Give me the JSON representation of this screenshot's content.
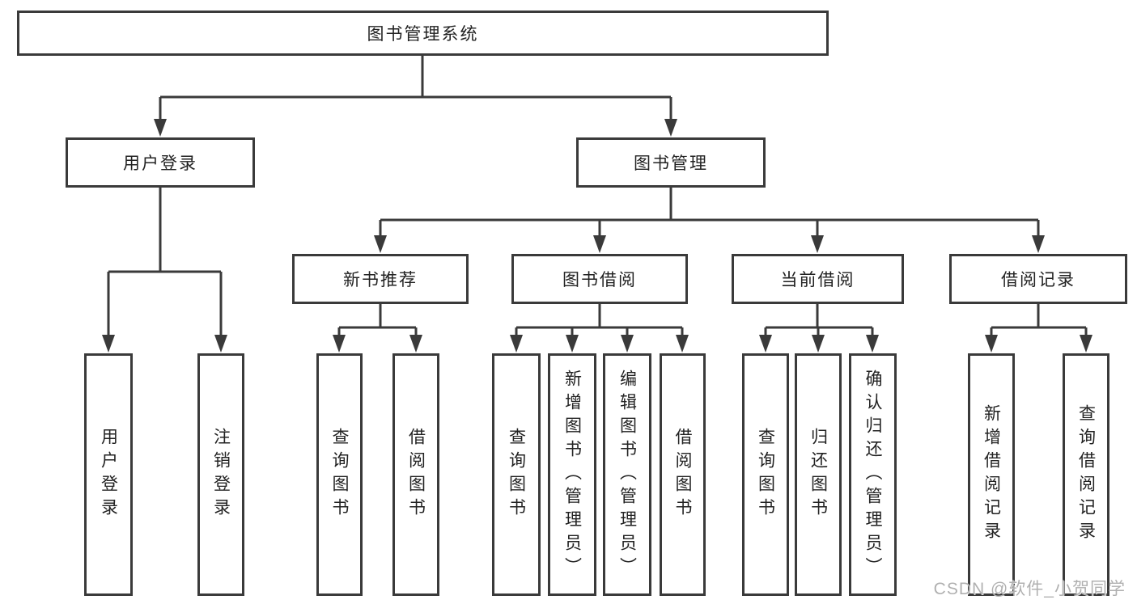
{
  "tree": {
    "root": {
      "label": "图书管理系统",
      "children": [
        {
          "label": "用户登录",
          "children": [
            {
              "label": "用户登录"
            },
            {
              "label": "注销登录"
            }
          ]
        },
        {
          "label": "图书管理",
          "children": [
            {
              "label": "新书推荐",
              "children": [
                {
                  "label": "查询图书"
                },
                {
                  "label": "借阅图书"
                }
              ]
            },
            {
              "label": "图书借阅",
              "children": [
                {
                  "label": "查询图书"
                },
                {
                  "label": "新增图书（管理员）"
                },
                {
                  "label": "编辑图书（管理员）"
                },
                {
                  "label": "借阅图书"
                }
              ]
            },
            {
              "label": "当前借阅",
              "children": [
                {
                  "label": "查询图书"
                },
                {
                  "label": "归还图书"
                },
                {
                  "label": "确认归还（管理员）"
                }
              ]
            },
            {
              "label": "借阅记录",
              "children": [
                {
                  "label": "新增借阅记录"
                },
                {
                  "label": "查询借阅记录"
                }
              ]
            }
          ]
        }
      ]
    }
  },
  "watermark": "CSDN @软件_小贺同学",
  "colors": {
    "line": "#3a3a3a",
    "box_border": "#3a3a3a",
    "text": "#222222",
    "watermark": "#b0b0b0",
    "background": "#ffffff"
  }
}
